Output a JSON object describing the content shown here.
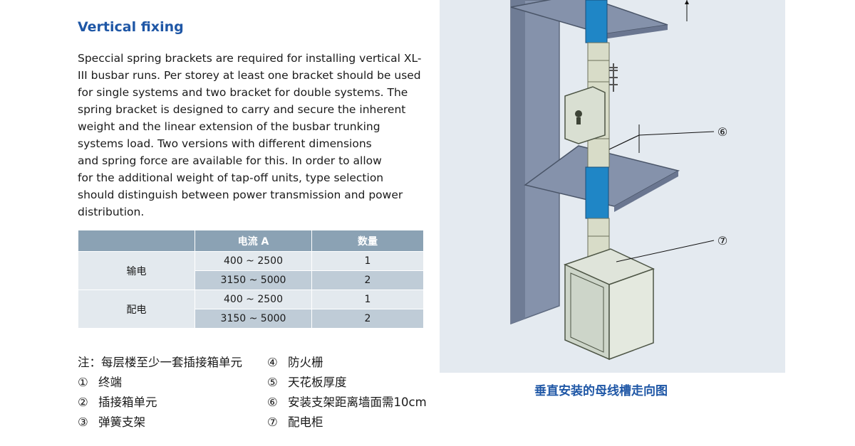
{
  "heading": "Vertical fixing",
  "body_lines": [
    "Speccial spring brackets are required for installing vertical XL-",
    "III busbar runs. Per storey at least one bracket should be used",
    "for single systems and two bracket for double systems. The",
    "spring bracket is designed to carry and secure the inherent",
    "weight and the linear extension of the busbar trunking",
    "systems load. Two versions with different dimensions",
    "and spring force are available for this. In order to allow",
    "for the additional weight of tap-off units, type selection",
    "should distinguish between power transmission and power",
    "distribution."
  ],
  "table": {
    "headers": [
      "",
      "电流 A",
      "数量"
    ],
    "groups": [
      {
        "category": "输电",
        "rows": [
          [
            "400 ~ 2500",
            "1"
          ],
          [
            "3150 ~ 5000",
            "2"
          ]
        ]
      },
      {
        "category": "配电",
        "rows": [
          [
            "400 ~ 2500",
            "1"
          ],
          [
            "3150 ~ 5000",
            "2"
          ]
        ]
      }
    ]
  },
  "notes_left": {
    "intro": "注：每层楼至少一套插接箱单元",
    "items": [
      {
        "num": "①",
        "text": "终端"
      },
      {
        "num": "②",
        "text": "插接箱单元"
      },
      {
        "num": "③",
        "text": "弹簧支架"
      }
    ]
  },
  "notes_right": {
    "items": [
      {
        "num": "④",
        "text": "防火栅"
      },
      {
        "num": "⑤",
        "text": "天花板厚度"
      },
      {
        "num": "⑥",
        "text": "安装支架距离墙面需10cm"
      },
      {
        "num": "⑦",
        "text": "配电柜"
      }
    ]
  },
  "diagram": {
    "callouts": [
      "⑥",
      "⑦"
    ],
    "caption": "垂直安装的母线槽走向图"
  },
  "colors": {
    "accent": "#1f57a6",
    "table_header": "#8ba2b4",
    "table_light": "#e3e9ee",
    "table_mid": "#bfccd7",
    "wall": "#8592ab",
    "busbar_blue": "#1f86c6"
  }
}
